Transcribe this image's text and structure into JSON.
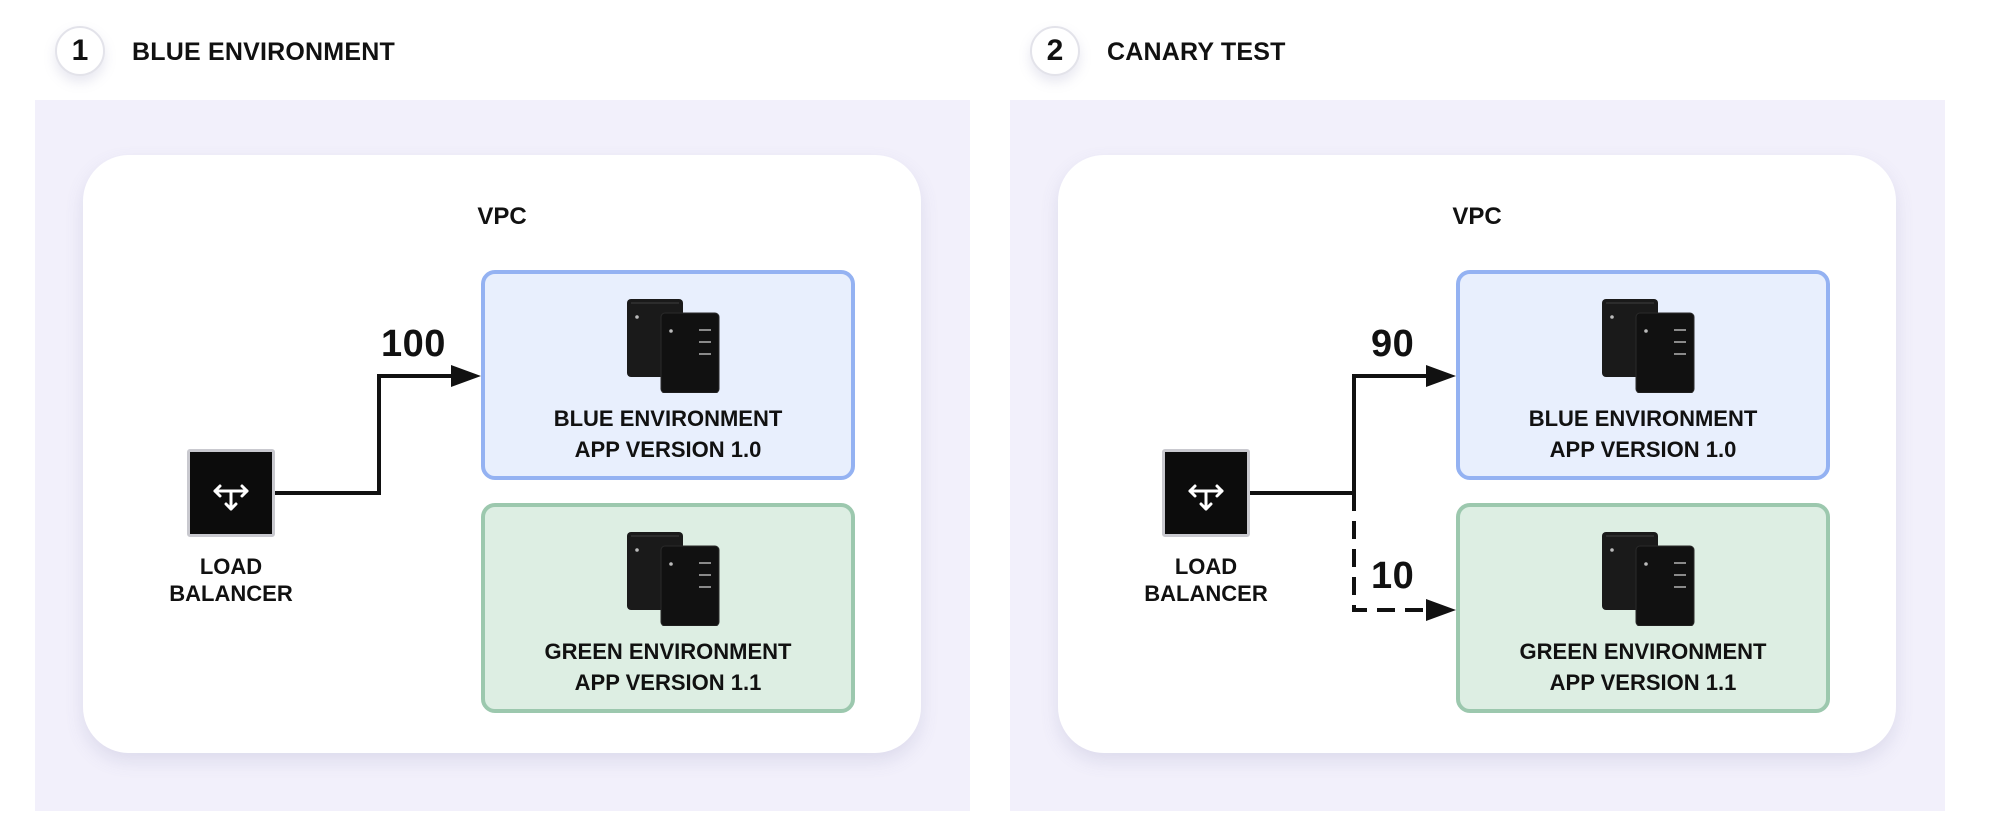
{
  "panels": [
    {
      "step": "1",
      "title": "BLUE ENVIRONMENT",
      "vpc_label": "VPC",
      "load_balancer": {
        "line1": "LOAD",
        "line2": "BALANCER"
      },
      "blue_env": {
        "name": "BLUE ENVIRONMENT",
        "version": "APP VERSION 1.0"
      },
      "green_env": {
        "name": "GREEN ENVIRONMENT",
        "version": "APP VERSION 1.1"
      },
      "weights": {
        "blue": "100"
      }
    },
    {
      "step": "2",
      "title": "CANARY TEST",
      "vpc_label": "VPC",
      "load_balancer": {
        "line1": "LOAD",
        "line2": "BALANCER"
      },
      "blue_env": {
        "name": "BLUE ENVIRONMENT",
        "version": "APP VERSION 1.0"
      },
      "green_env": {
        "name": "GREEN ENVIRONMENT",
        "version": "APP VERSION 1.1"
      },
      "weights": {
        "blue": "90",
        "green": "10"
      }
    }
  ],
  "colors": {
    "stage_bg": "#f2f0fb",
    "blue_fill": "#e8effd",
    "blue_border": "#94b2f2",
    "green_fill": "#ddeee3",
    "green_border": "#9cc8ae"
  },
  "icons": [
    "server-stack-icon",
    "load-balancer-arrows-icon",
    "arrowhead-icon"
  ]
}
